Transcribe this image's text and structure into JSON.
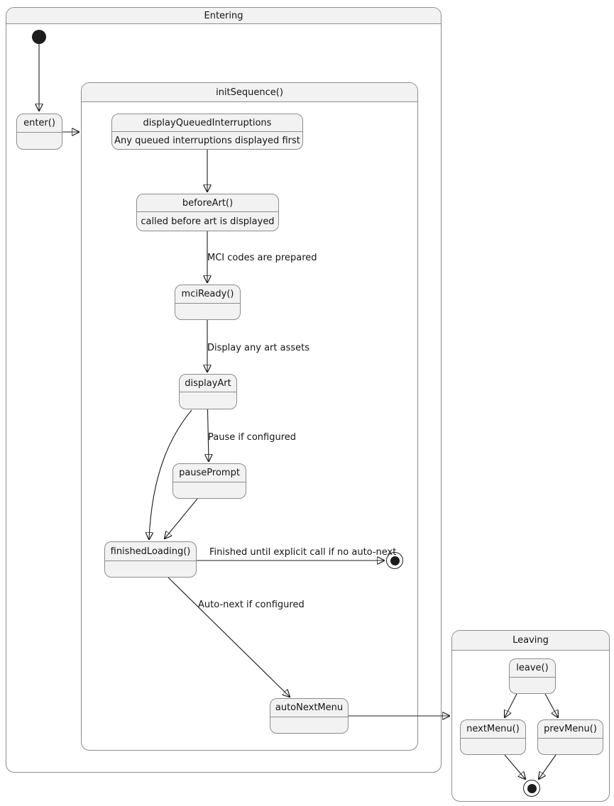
{
  "diagram": {
    "type": "uml-state-diagram",
    "containers": {
      "entering": {
        "title": "Entering"
      },
      "init_sequence": {
        "title": "initSequence()"
      },
      "leaving": {
        "title": "Leaving"
      }
    },
    "states": {
      "enter": {
        "title": "enter()"
      },
      "display_queued_interruptions": {
        "title": "displayQueuedInterruptions",
        "description": "Any queued interruptions displayed first"
      },
      "before_art": {
        "title": "beforeArt()",
        "description": "called before art is displayed"
      },
      "mci_ready": {
        "title": "mciReady()"
      },
      "display_art": {
        "title": "displayArt"
      },
      "pause_prompt": {
        "title": "pausePrompt"
      },
      "finished_loading": {
        "title": "finishedLoading()"
      },
      "auto_next_menu": {
        "title": "autoNextMenu"
      },
      "leave": {
        "title": "leave()"
      },
      "next_menu": {
        "title": "nextMenu()"
      },
      "prev_menu": {
        "title": "prevMenu()"
      }
    },
    "edge_labels": {
      "mci_codes": "MCI codes are prepared",
      "display_assets": "Display any art assets",
      "pause": "Pause if configured",
      "finished_no_autonext": "Finished until explicit call if no auto-next",
      "auto_next": "Auto-next if configured"
    },
    "colors": {
      "state_fill": "#f2f2f2",
      "state_border": "#8c8c8c",
      "edge": "#1c1c1c",
      "text": "#141414",
      "background": "#ffffff"
    }
  }
}
